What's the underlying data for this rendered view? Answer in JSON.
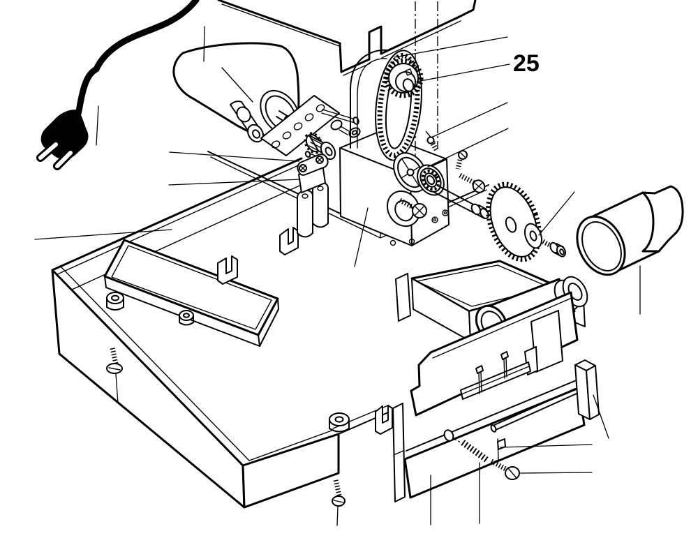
{
  "figure": {
    "type": "exploded-parts-diagram",
    "background_color": "#ffffff",
    "line_color": "#000000",
    "callouts": [
      {
        "label": "25",
        "points_to": "drive-belt-pulley"
      }
    ],
    "parts": [
      "power-plug",
      "power-cord",
      "motor",
      "motor-mount-plate",
      "motor-pinion-gear",
      "top-cover",
      "drive-belt",
      "drive-belt-pulley",
      "belt-guard-bracket",
      "cable-clamp",
      "capacitor-cylinders",
      "gearbox-housing",
      "gearbox-base-plate",
      "flywheel",
      "ball-bearing",
      "drive-shaft",
      "set-screws",
      "arbor-screw",
      "saw-blade",
      "blade-washer",
      "blade-bolt-and-bushing",
      "dust-port-drum",
      "base-tray",
      "left-compartment",
      "corner-boss",
      "u-clips",
      "base-screws",
      "fence-support-carriage",
      "guide-roller",
      "fence-upper-plate",
      "fence-lower-plate",
      "slide-rod",
      "end-block",
      "tension-spring",
      "spring-screw",
      "spring-tab"
    ]
  }
}
